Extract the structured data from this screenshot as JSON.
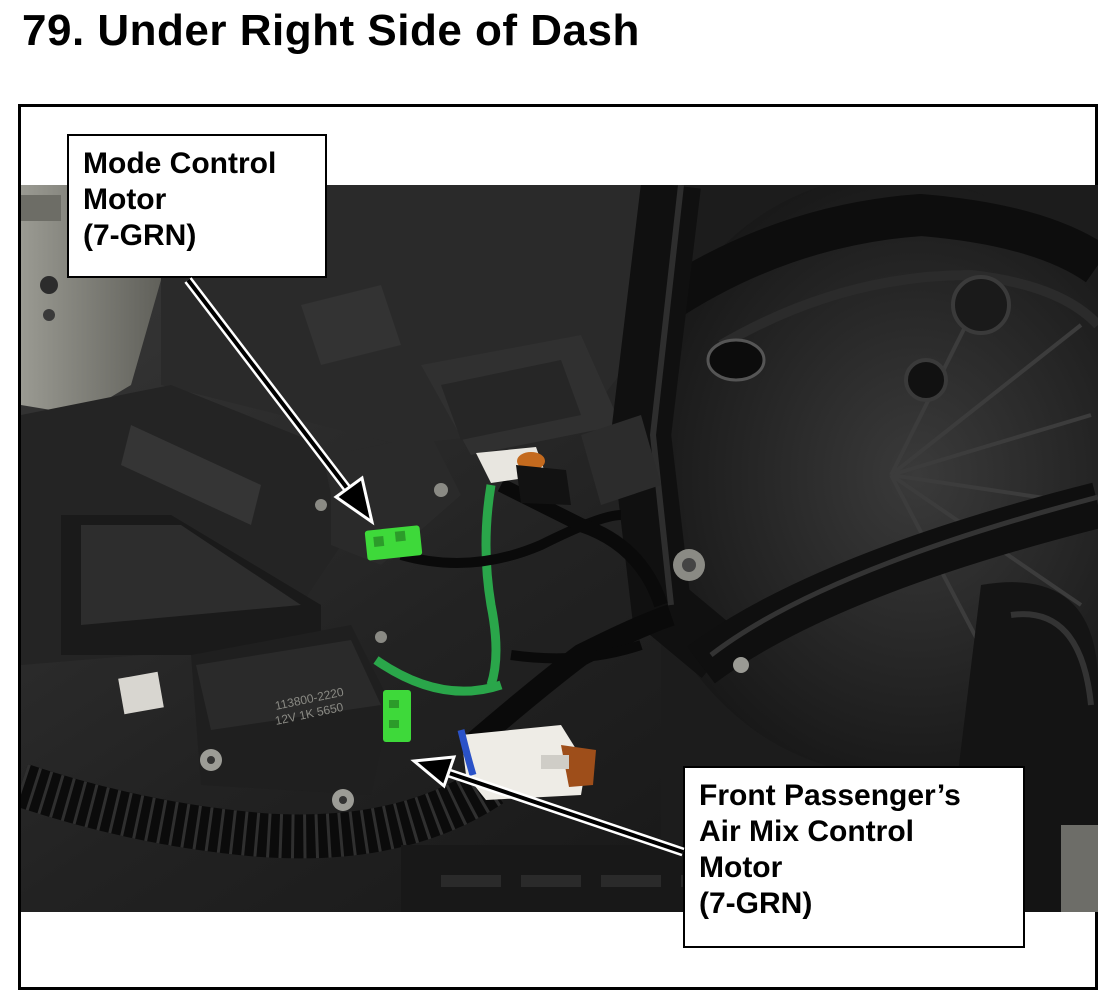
{
  "title": "79.  Under Right Side of Dash",
  "callouts": {
    "mode_control_motor": {
      "lines": [
        "Mode Control",
        "Motor",
        "(7-GRN)"
      ]
    },
    "air_mix_control_motor": {
      "lines": [
        "Front Passenger’s",
        "Air Mix Control",
        "Motor",
        "(7-GRN)"
      ]
    }
  },
  "photo_labels": {
    "motor_part_number": "113800-2220",
    "motor_rating": "12V  1K 5650"
  },
  "colors": {
    "connector_green": "#3ed93a",
    "wire_green": "#2aa64a",
    "housing_dark": "#1a1a1a",
    "border": "#000000"
  }
}
